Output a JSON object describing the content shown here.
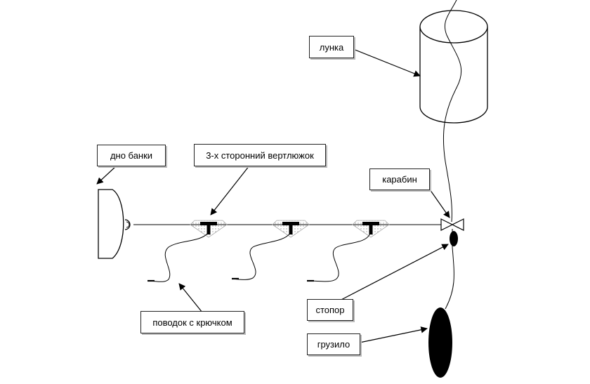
{
  "labels": {
    "hole": "лунка",
    "can_bottom": "дно банки",
    "swivel": "3-х сторонний вертлюжок",
    "carabiner": "карабин",
    "leader_hook": "поводок с крючком",
    "stopper": "стопор",
    "sinker": "грузило"
  }
}
